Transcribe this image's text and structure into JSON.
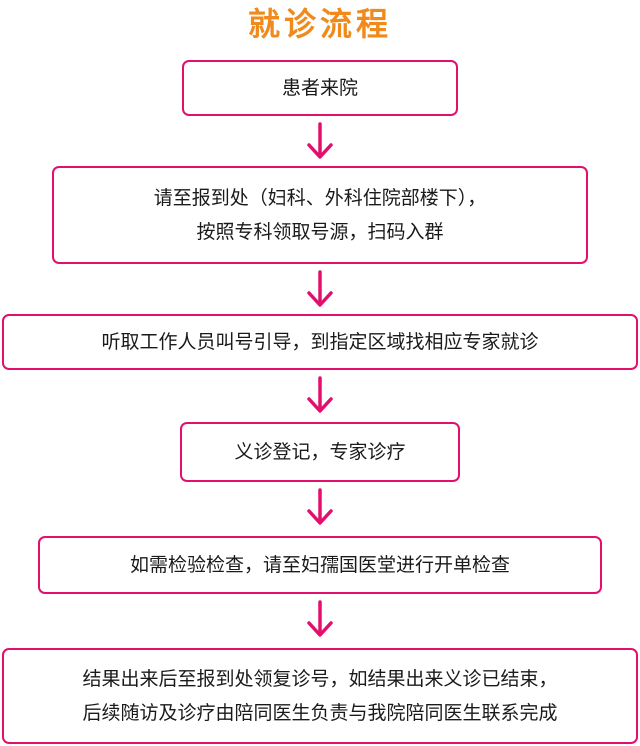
{
  "title": "就诊流程",
  "steps": [
    {
      "lines": [
        "患者来院"
      ]
    },
    {
      "lines": [
        "请至报到处（妇科、外科住院部楼下），",
        "按照专科领取号源，扫码入群"
      ]
    },
    {
      "lines": [
        "听取工作人员叫号引导，到指定区域找相应专家就诊"
      ]
    },
    {
      "lines": [
        "义诊登记，专家诊疗"
      ]
    },
    {
      "lines": [
        "如需检验检查，请至妇孺国医堂进行开单检查"
      ]
    },
    {
      "lines": [
        "结果出来后至报到处领复诊号，如结果出来义诊已结束，",
        "后续随访及诊疗由陪同医生负责与我院陪同医生联系完成"
      ]
    }
  ],
  "colors": {
    "title": "#f08a1c",
    "border": "#e2106c",
    "arrow": "#e2106c"
  }
}
